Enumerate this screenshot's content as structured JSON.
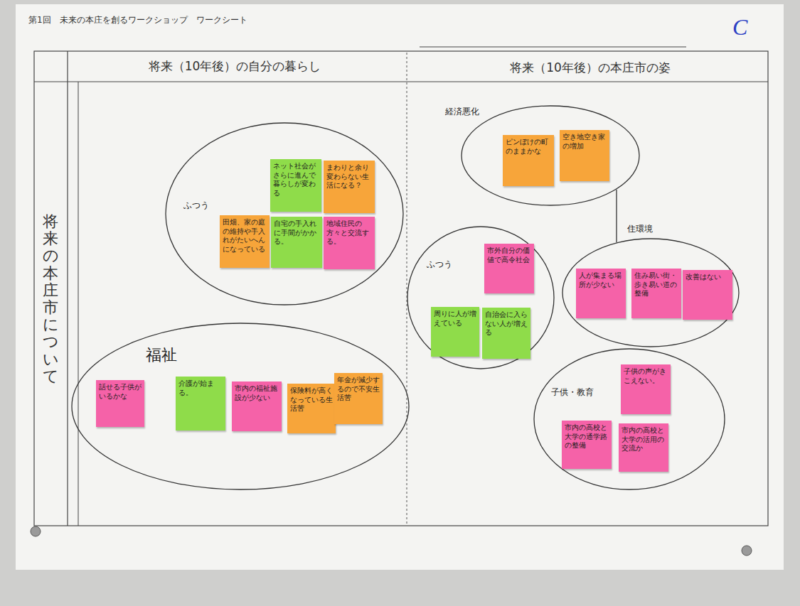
{
  "diagram": {
    "title": "第1回　未来の本庄を創るワークショップ　ワークシート",
    "nodes": [
      {
        "text": [
          "ふつう"
        ]
      },
      {
        "text": [
          "ネット社会がさらに進んで暮らしが変わる"
        ],
        "in": 0
      },
      {
        "text": [
          "まわりと余り変わらない生活になる？"
        ],
        "in": 0
      },
      {
        "text": [
          "田畑、家の庭の維持や手入れがたいへんになっている"
        ],
        "in": 0
      },
      {
        "text": [
          "自宅の手入れに手間がかかる。"
        ],
        "in": 0
      },
      {
        "text": [
          "地域住民の方々と交流する。"
        ],
        "in": 0
      },
      {
        "text": [
          "福祉"
        ]
      },
      {
        "text": [
          "話せる子供がいるかな"
        ],
        "in": 6
      },
      {
        "text": [
          "介護が始まる。"
        ],
        "in": 6
      },
      {
        "text": [
          "市内の福祉施設が少ない"
        ],
        "in": 6
      },
      {
        "text": [
          "保険料が高くなっている生活苦"
        ],
        "in": 6
      },
      {
        "text": [
          "年金が減少するので不安生活苦"
        ],
        "in": 6
      },
      {
        "text": [
          "経済悪化"
        ]
      },
      {
        "text": [
          "ピンぼけの町のままかな"
        ],
        "in": 12
      },
      {
        "text": [
          "空き地空き家の増加"
        ],
        "in": 12
      },
      {
        "text": [
          "ふつう"
        ]
      },
      {
        "text": [
          "市外自分の価値で高令社会"
        ],
        "in": 15
      },
      {
        "text": [
          "周りに人が増えている"
        ],
        "in": 15
      },
      {
        "text": [
          "自治会に入らない人が増える"
        ],
        "in": 15
      },
      {
        "text": [
          "住環境"
        ]
      },
      {
        "text": [
          "人が集まる場所が少ない"
        ],
        "in": 19
      },
      {
        "text": [
          "住み易い街・歩き易い道の整備"
        ],
        "in": 19
      },
      {
        "text": [
          "改善はない"
        ],
        "in": 19
      },
      {
        "text": [
          "子供・教育"
        ]
      },
      {
        "text": [
          "子供の声がきこえない。"
        ],
        "in": 23
      },
      {
        "text": [
          "市内の高校と大学の通学路の整備"
        ],
        "in": 23
      },
      {
        "text": [
          "市内の高校と大学の活用の交流か"
        ],
        "in": 23
      }
    ],
    "edges": [
      {
        "from": 12,
        "to": 19,
        "arrow": "none"
      }
    ],
    "labels": [
      "C",
      "将来（10年後）の自分の暮らし",
      "将来（10年後）の本庄市の姿",
      "将来の本庄市について"
    ]
  }
}
